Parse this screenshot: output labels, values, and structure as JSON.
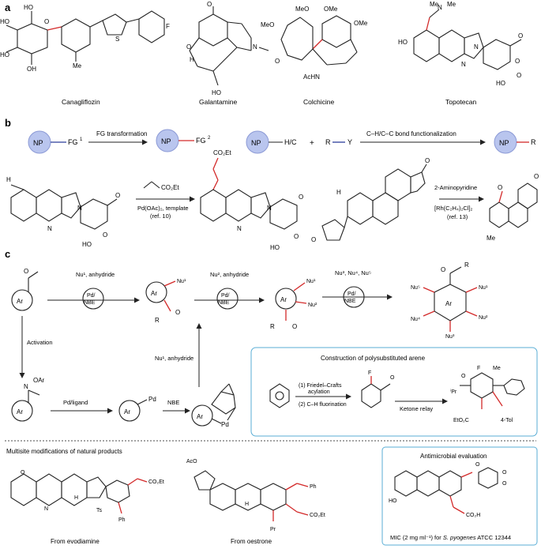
{
  "panel_a": {
    "letter": "a",
    "labels": [
      "Canagliflozin",
      "Galantamine",
      "Colchicine",
      "Topotecan"
    ]
  },
  "panel_b": {
    "letter": "b",
    "left": {
      "np": "NP",
      "fg1": "FG",
      "fg1_sup": "1",
      "fg2": "FG",
      "fg2_sup": "2",
      "arrow_label": "FG transformation"
    },
    "right": {
      "np": "NP",
      "hc": "H/C",
      "plus": "+",
      "r": "R",
      "y": "Y",
      "arrow_label": "C–H/C–C bond functionalization",
      "product_np": "NP",
      "product_r": "R"
    },
    "rxn1": {
      "reagent": "CO₂Et",
      "conditions": "Pd(OAc)₂, template",
      "ref": "(ref. 10)",
      "product_sub": "CO₂Et"
    },
    "rxn2": {
      "reagent1": "2-Aminopyridine",
      "reagent2": "[Rh(C₂H₄)₂Cl]₂",
      "ref": "(ref. 13)"
    }
  },
  "panel_c": {
    "letter": "c",
    "step1": {
      "line1": "Nu¹, anhydride",
      "cycle": [
        "Pd/",
        "NBE"
      ]
    },
    "step2": {
      "line1": "Nu², anhydride",
      "cycle": [
        "Pd/",
        "NBE"
      ]
    },
    "step3": {
      "line1": "Nu³, Nu⁴, Nu⁵",
      "cycle": [
        "Pd/",
        "NBE"
      ]
    },
    "activation": "Activation",
    "pd_ligand": "Pd/ligand",
    "nbe": "NBE",
    "nu_up": "Nu¹, anhydride",
    "ar": "Ar",
    "oar": "OAr",
    "pd": "Pd",
    "r": "R",
    "nu1": "Nu¹",
    "nu2": "Nu²",
    "nu3": "Nu³",
    "nu4": "Nu⁴",
    "nu5": "Nu⁵",
    "box": {
      "title": "Construction of polysubstituted arene",
      "cond1": "(1) Friedel–Crafts",
      "cond1b": "acylation",
      "cond2": "(2) C–H fluorination",
      "relay": "Ketone relay",
      "f": "F",
      "me": "Me",
      "ipr": "ⁱPr",
      "etoc": "EtO₂C",
      "tol": "4-Tol"
    }
  },
  "panel_d": {
    "section_title": "Multisite modifications of natural products",
    "evodiamine": {
      "label": "From evodiamine",
      "sub": "CO₂Et",
      "ts": "Ts",
      "ph": "Ph",
      "n": "N",
      "h": "H"
    },
    "oestrone": {
      "label": "From oestrone",
      "aco": "AcO",
      "ph": "Ph",
      "pr": "Pr",
      "sub": "CO₂Et",
      "h": "H"
    },
    "antimicrobial": {
      "title": "Antimicrobial evaluation",
      "mic_prefix": "MIC (2 mg ml⁻¹) for ",
      "organism": "S. pyogenes",
      "strain": " ATCC 12344",
      "ho": "HO",
      "co2h": "CO₂H"
    }
  },
  "colors": {
    "np_circle": "#b9c5ee",
    "np_circle_edge": "#8c9ad6",
    "red_bond": "#d32a2a",
    "blue_bond": "#2c3e9b",
    "box_border": "#5aaed6",
    "divider": "#888888"
  }
}
